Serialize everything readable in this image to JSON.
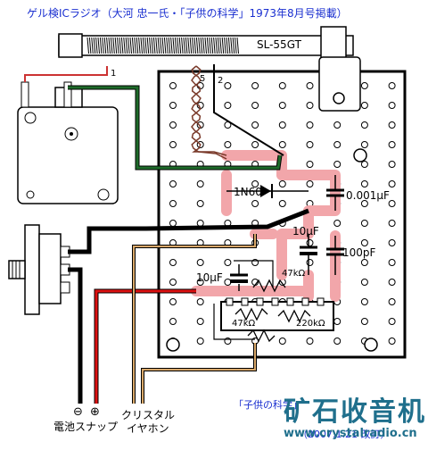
{
  "title": "ゲル検ICラジオ（大河 忠一氏・「子供の科学」1973年8月号掲載）",
  "coil": {
    "model": "SL-55GT",
    "terminals": [
      "1",
      "5",
      "2"
    ]
  },
  "components": {
    "diode": "1N60",
    "cap_tuning": "0.001μF",
    "cap_10uf_upper": "10μF",
    "cap_100pf": "100pF",
    "cap_10uf_lower": "10μF",
    "res_47k_upper": "47kΩ",
    "res_47k_lower": "47kΩ",
    "res_220k": "220kΩ"
  },
  "battery": {
    "label": "電池スナップ",
    "minus": "⊖",
    "plus": "⊕"
  },
  "earphone": {
    "label_line1": "クリスタル",
    "label_line2": "イヤホン"
  },
  "credit": {
    "line1": "「子供の科学」",
    "line2": "（2007.1.21 改訂）"
  },
  "watermark": {
    "text": "矿石收音机",
    "url": "www.crystalradio.cn"
  },
  "colors": {
    "wire_black": "#000000",
    "wire_red": "#dd1111",
    "wire_green": "#1e6b2a",
    "wire_tan": "#d8a86a",
    "trace_pink": "#f2a6aa",
    "title_blue": "#1a2fd0",
    "board": "#ffffff"
  }
}
